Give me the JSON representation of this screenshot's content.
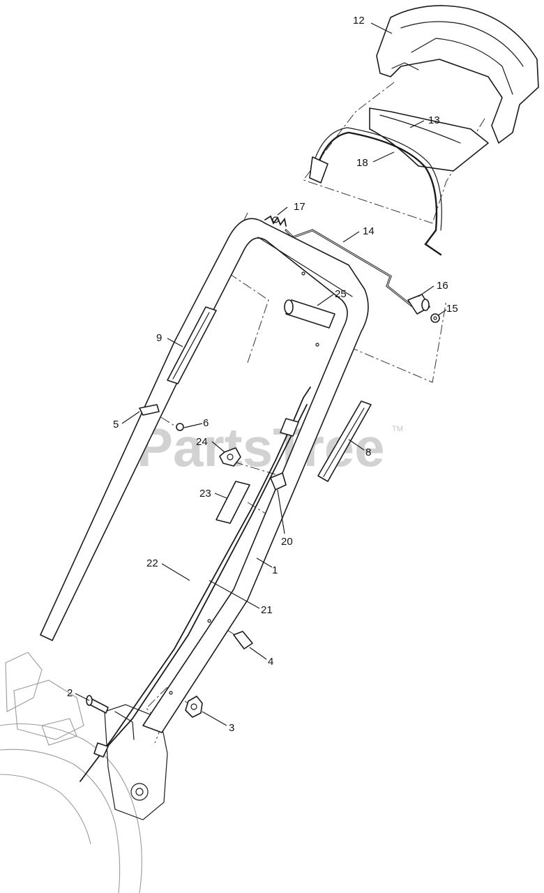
{
  "watermark": {
    "text": "PartsTree",
    "trademark": "TM"
  },
  "callouts": [
    "12",
    "13",
    "18",
    "17",
    "14",
    "25",
    "16",
    "15",
    "9",
    "5",
    "6",
    "24",
    "8",
    "23",
    "20",
    "1",
    "22",
    "21",
    "4",
    "2",
    "3"
  ]
}
